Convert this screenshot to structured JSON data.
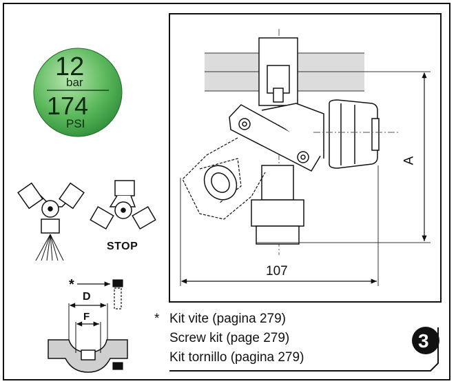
{
  "pressure_badge": {
    "value_bar": "12",
    "unit_bar": "bar",
    "value_psi": "174",
    "unit_psi": "PSI",
    "color_light": "#8fd18f",
    "color_dark": "#2f8f3a"
  },
  "stop_label": "STOP",
  "dimensions": {
    "width": "107",
    "height_label": "A",
    "outer_label": "D",
    "inner_label": "F",
    "screw_marker": "*"
  },
  "kit_note": {
    "marker": "*",
    "lines": [
      "Kit vite (pagina 279)",
      "Screw kit (page 279)",
      "Kit tornillo (pagina 279)"
    ]
  },
  "page_badge": "3",
  "colors": {
    "line": "#111111",
    "grey_band": "#dcdcdc",
    "part_fill": "#cfcfcf"
  }
}
